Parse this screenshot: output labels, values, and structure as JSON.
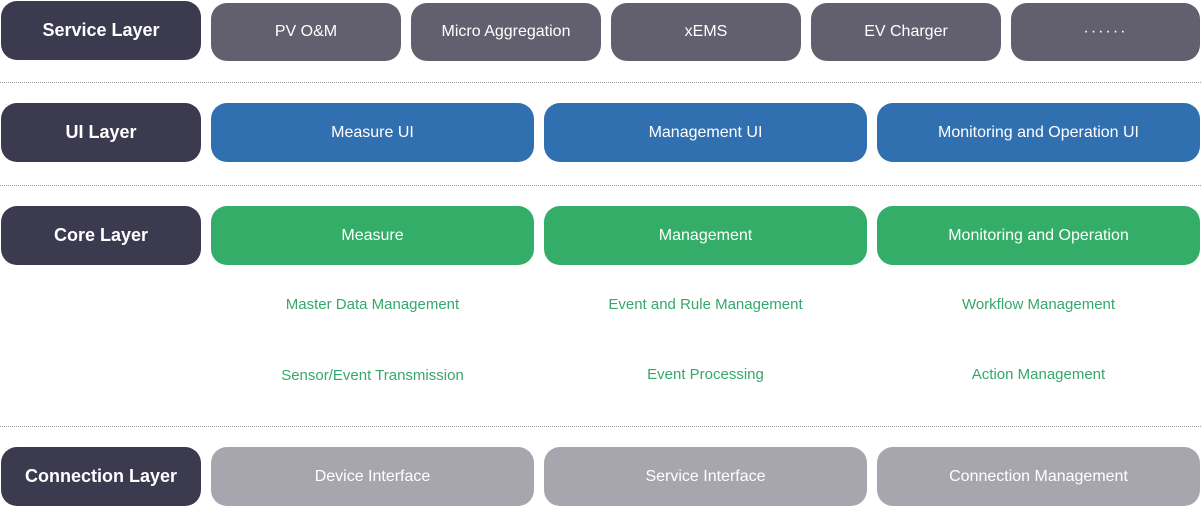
{
  "colors": {
    "layer_label": "#3b3a4f",
    "service": "#62606e",
    "ui": "#3170b0",
    "core": "#34ad68",
    "core_text": "#35a86a",
    "connection": "#a7a6ae"
  },
  "service_layer": {
    "label": "Service Layer",
    "items": [
      "PV O&M",
      "Micro Aggregation",
      "xEMS",
      "EV Charger",
      "······"
    ]
  },
  "ui_layer": {
    "label": "UI Layer",
    "items": [
      "Measure UI",
      "Management UI",
      "Monitoring and Operation UI"
    ]
  },
  "core_layer": {
    "label": "Core Layer",
    "items": [
      "Measure",
      "Management",
      "Monitoring and Operation"
    ],
    "sub_row1": [
      "Master Data Management",
      "Event and Rule Management",
      "Workflow Management"
    ],
    "sub_row2": [
      "Sensor/Event Transmission",
      "Event Processing",
      "Action Management"
    ]
  },
  "connection_layer": {
    "label": "Connection Layer",
    "items": [
      "Device Interface",
      "Service Interface",
      "Connection Management"
    ]
  }
}
